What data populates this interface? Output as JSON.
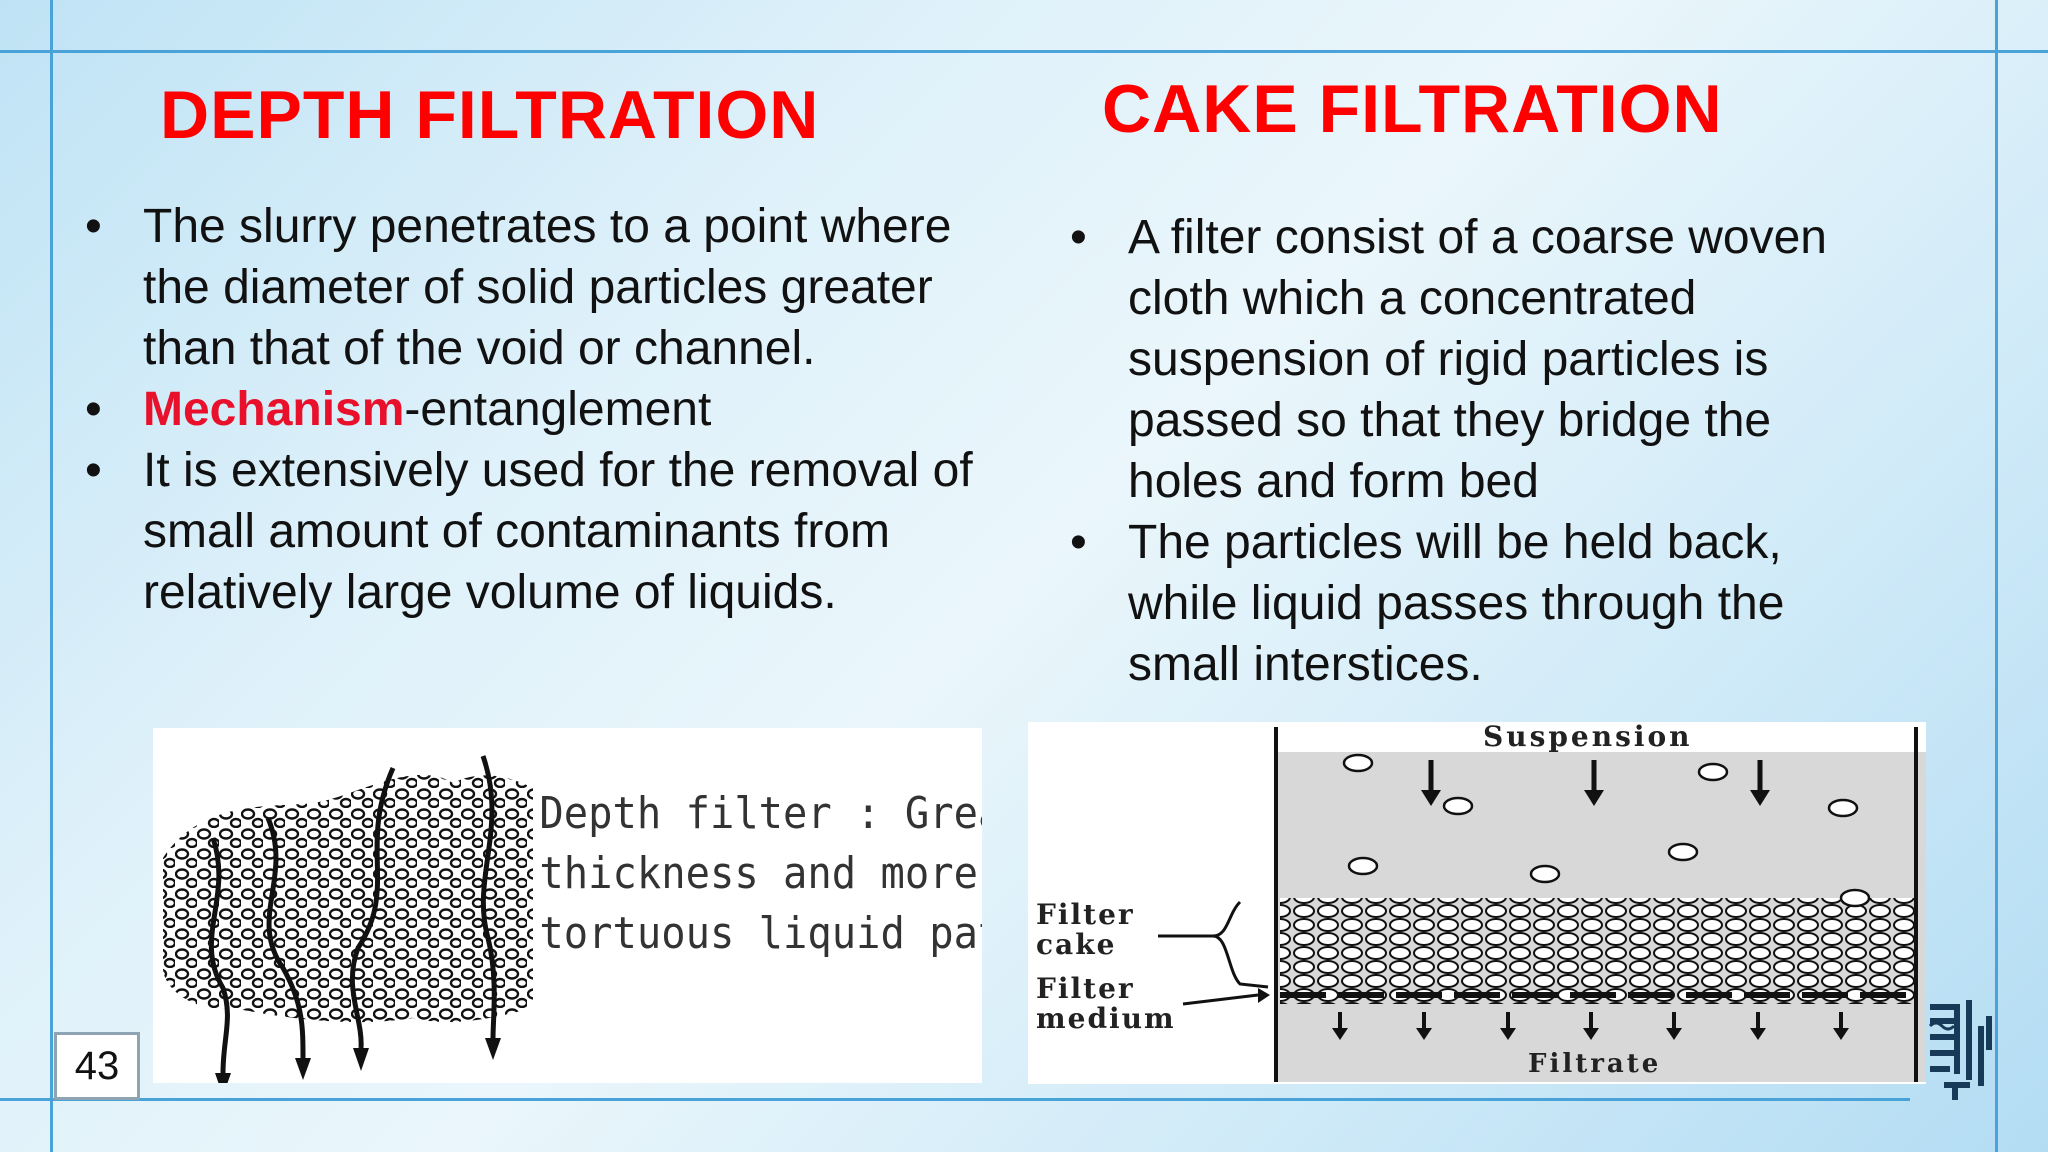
{
  "left": {
    "title": "DEPTH FILTRATION",
    "bullets": [
      "The slurry penetrates to a point where the diameter of solid particles greater than that of the void or channel.",
      {
        "highlight": "Mechanism",
        "rest": "-entanglement"
      },
      "It is extensively used for the removal of small amount of contaminants from relatively large volume of liquids."
    ],
    "figure_caption": [
      "Depth filter : Greater",
      "thickness and more",
      "tortuous liquid pathway"
    ]
  },
  "right": {
    "title": "CAKE FILTRATION",
    "bullets": [
      "A filter consist of a coarse woven cloth which a concentrated suspension of rigid particles is passed so that they bridge the holes and form bed",
      "The particles will be held back, while liquid passes through the small interstices."
    ],
    "figure_labels": {
      "suspension": "Suspension",
      "filter_cake": [
        "Filter",
        "cake"
      ],
      "filter_medium": [
        "Filter",
        "medium"
      ],
      "filtrate": "Filtrate"
    }
  },
  "bullet_glyph": "•",
  "page_number": "43",
  "colors": {
    "title": "#ff0000",
    "highlight": "#e8102a",
    "frame": "#4aa3d8"
  },
  "icons": [
    "logo-icon"
  ]
}
